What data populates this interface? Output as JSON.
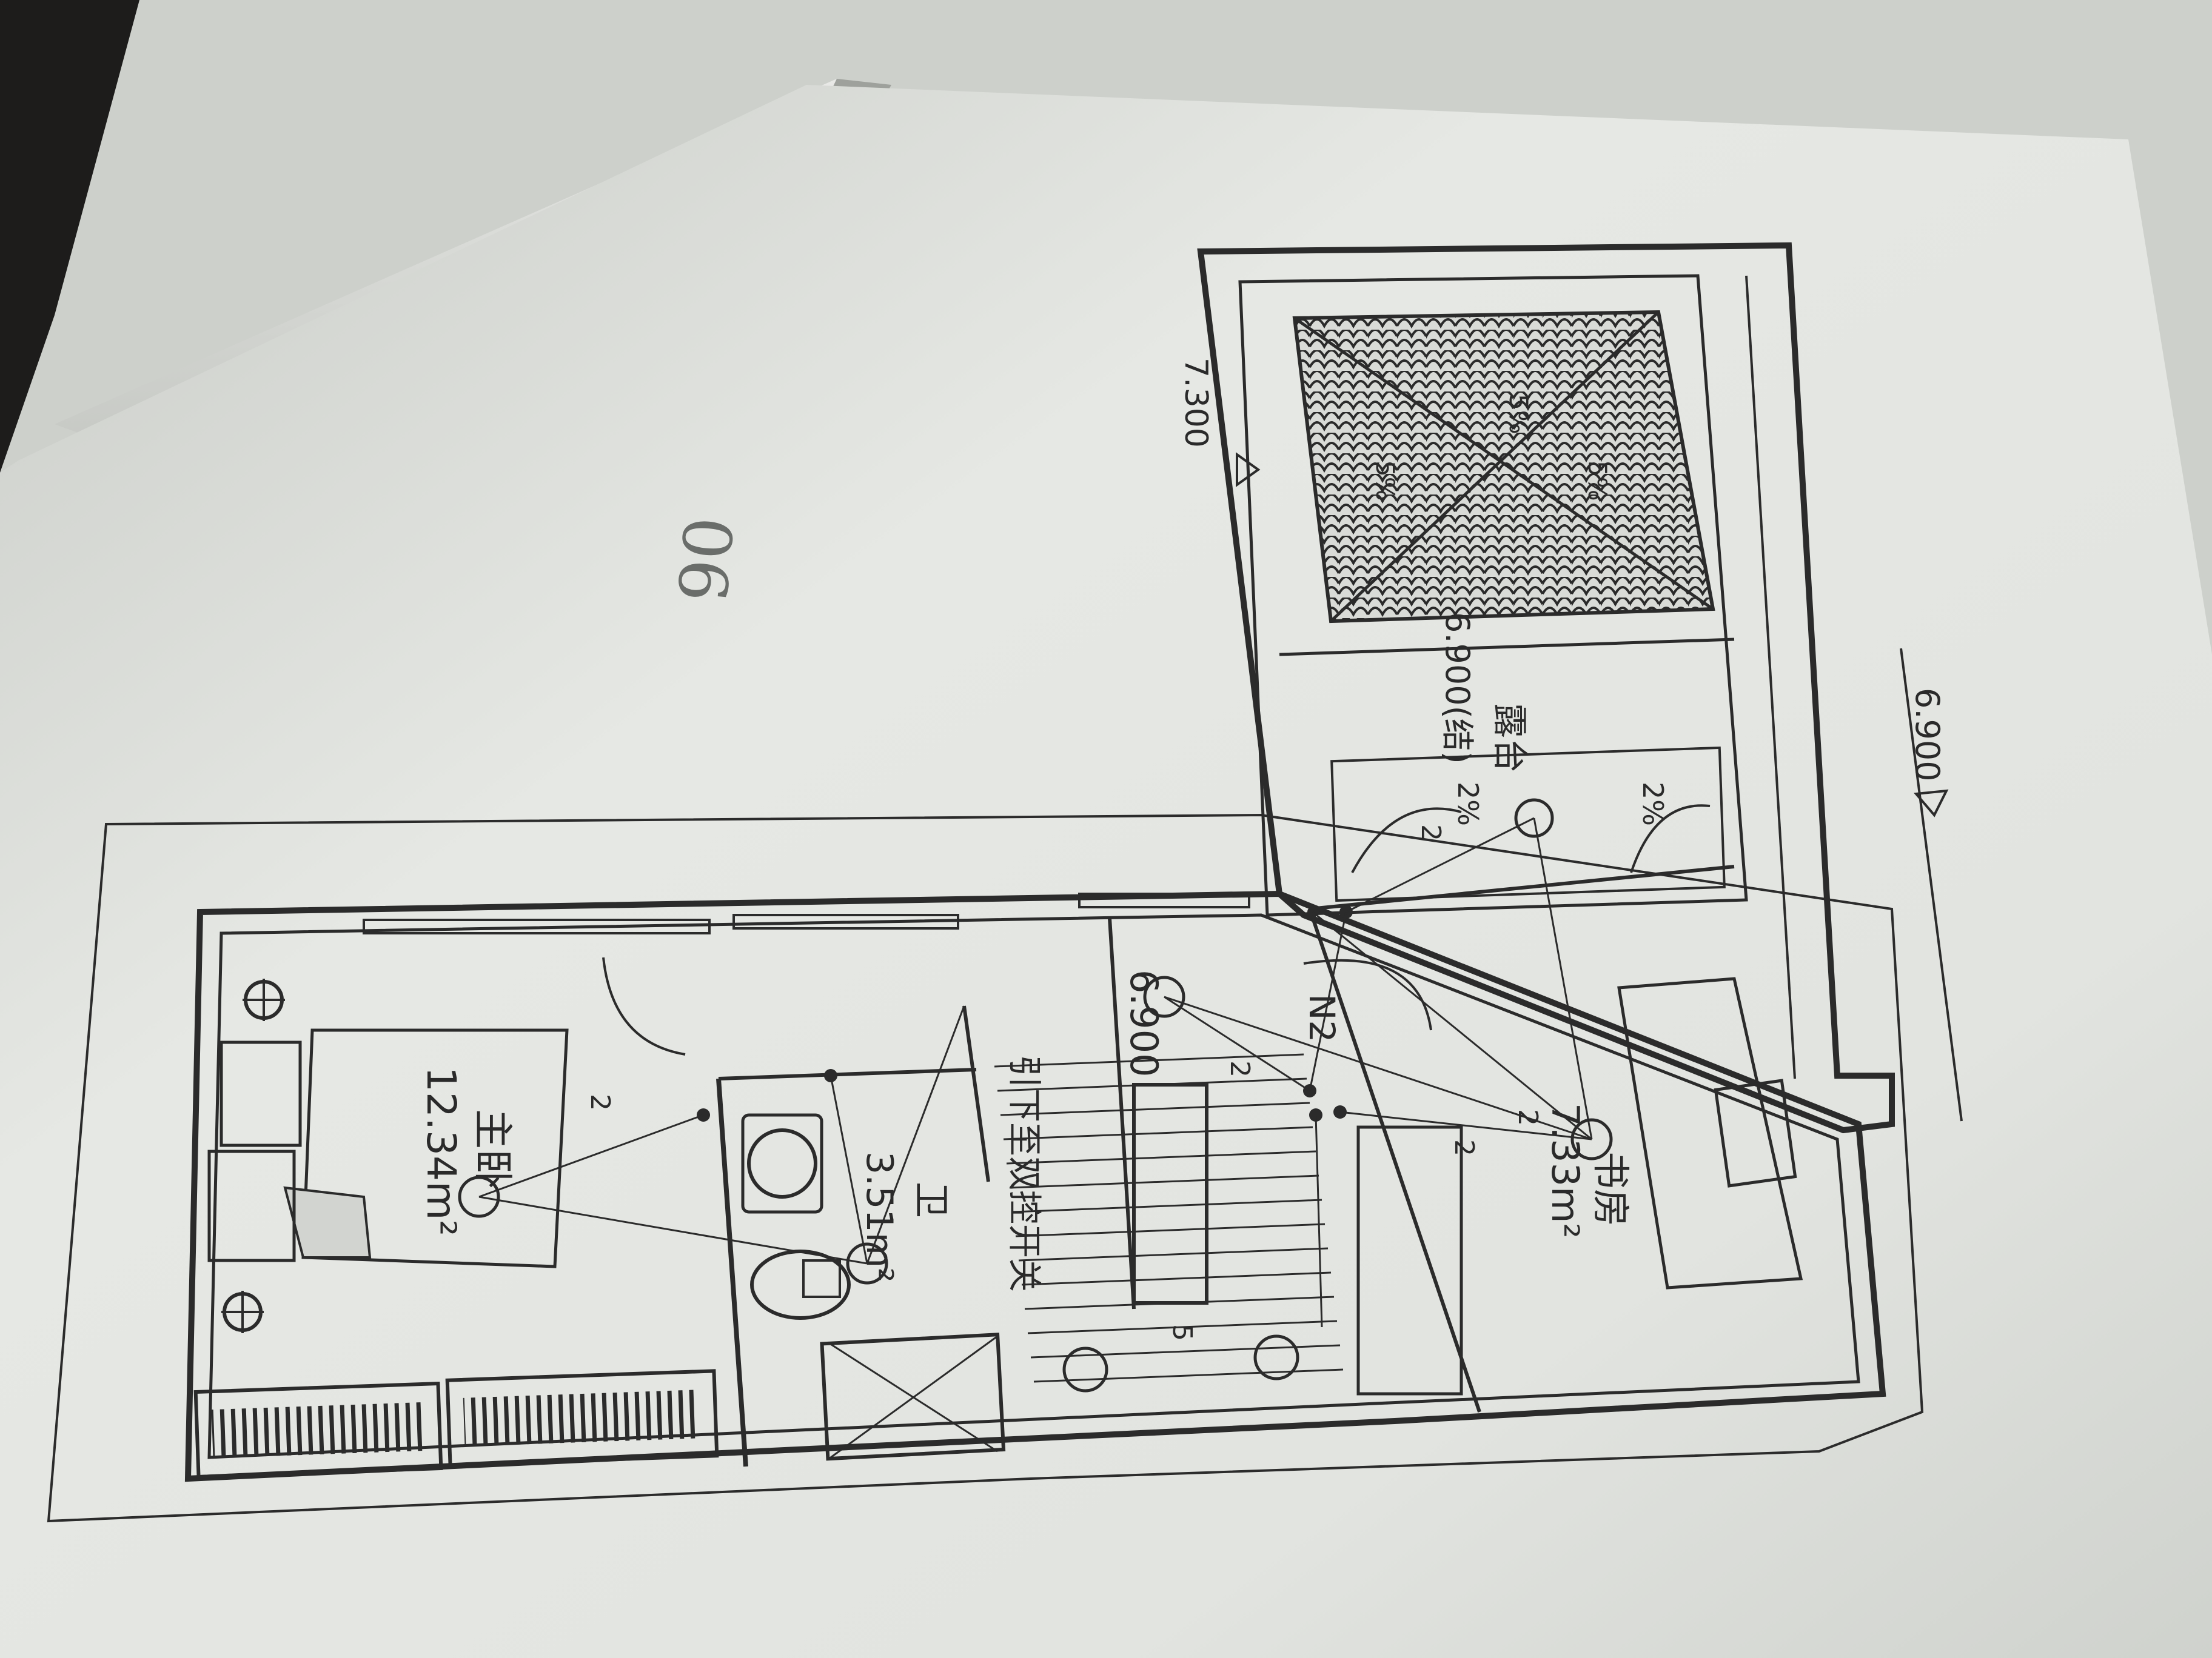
{
  "drawing": {
    "rooms": {
      "master_bedroom": {
        "name": "主卧",
        "area": "12.34m²"
      },
      "bathroom": {
        "name": "卫",
        "area": "3.51m²"
      },
      "study": {
        "name": "书房",
        "area": "7.33m²"
      },
      "terrace": {
        "name": "露台",
        "level": "6.900(结)"
      }
    },
    "elevations": {
      "upper_left": "7.300",
      "right": "6.900",
      "floor": "6.900"
    },
    "stair_label": "N2",
    "stair_note": "引下至双控开关",
    "slope_labels": [
      "2%",
      "2%",
      "5%",
      "5%",
      "5%"
    ],
    "wire_counts": [
      "2",
      "2",
      "2",
      "2",
      "2",
      "5"
    ],
    "handwritten_note": "06"
  },
  "colors": {
    "paper": "#e4e6e2",
    "paper_shadow": "#c9ccc7",
    "background": "#1d1c1b",
    "ink": "#2b2b2b"
  }
}
